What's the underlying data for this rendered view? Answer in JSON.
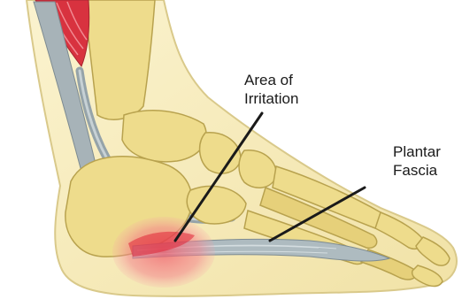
{
  "labels": {
    "area_of_irritation": {
      "line1": "Area of",
      "line2": "Irritation"
    },
    "plantar_fascia": {
      "line1": "Plantar",
      "line2": "Fascia"
    }
  },
  "colors": {
    "skin": "#f6eab8",
    "skin_outline": "#d9c98a",
    "bone": "#e8d47c",
    "bone_outline": "#b8a24e",
    "muscle": "#d8323f",
    "tendon": "#9aa7ad",
    "irritation": "#f27d86",
    "leader_line": "#1a1a1a"
  }
}
